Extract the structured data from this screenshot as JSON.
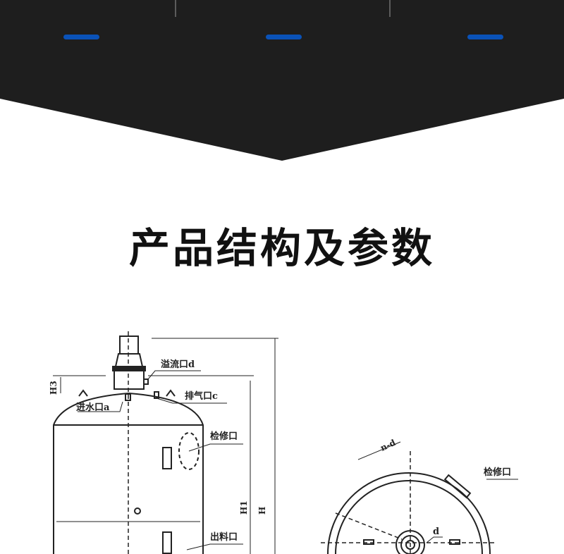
{
  "colors": {
    "banner": "#1e1e1e",
    "accent": "#0a52b8"
  },
  "section_title": "产品结构及参数",
  "drawing": {
    "labels": {
      "overflow": "溢流口d",
      "vent": "排气口c",
      "inlet": "进水口a",
      "manhole": "检修口",
      "outlet": "出料口",
      "h3": "H3",
      "h1": "H1",
      "h": "H",
      "nd": "n-d",
      "d": "d",
      "manhole_top": "检修口"
    }
  }
}
